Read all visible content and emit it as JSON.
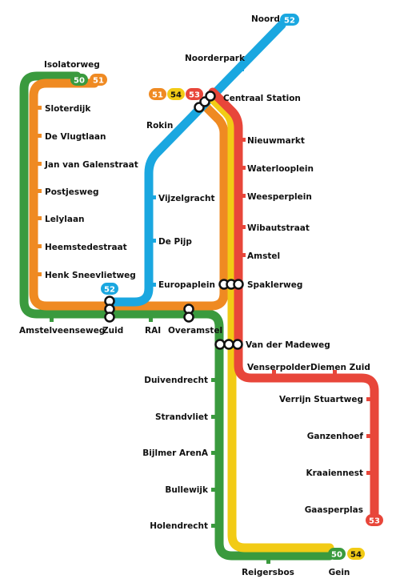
{
  "colors": {
    "line_50": "#3a9a3e",
    "line_51": "#ef8a22",
    "line_52": "#1aa7e0",
    "line_53": "#e8463a",
    "line_54": "#f2cb15",
    "text": "#111111",
    "background": "#ffffff"
  },
  "lines": [
    {
      "id": "50",
      "color": "#3a9a3e"
    },
    {
      "id": "51",
      "color": "#ef8a22"
    },
    {
      "id": "52",
      "color": "#1aa7e0"
    },
    {
      "id": "53",
      "color": "#e8463a"
    },
    {
      "id": "54",
      "color": "#f2cb15"
    }
  ],
  "terminus_badges": {
    "noord": [
      "52"
    ],
    "isolatorweg": [
      "50",
      "51"
    ],
    "centraal": [
      "51",
      "54",
      "53"
    ],
    "zuid": [
      "52"
    ],
    "gein": [
      "50",
      "54"
    ],
    "gaasperplas": [
      "53"
    ]
  },
  "stations": {
    "noord": "Noord",
    "noorderpark": "Noorderpark",
    "centraal_station": "Centraal Station",
    "rokin": "Rokin",
    "vijzelgracht": "Vijzelgracht",
    "de_pijp": "De Pijp",
    "europaplein": "Europaplein",
    "isolatorweg": "Isolatorweg",
    "sloterdijk": "Sloterdijk",
    "de_vlugtlaan": "De Vlugtlaan",
    "jan_van_galenstraat": "Jan van Galenstraat",
    "postjesweg": "Postjesweg",
    "lelylaan": "Lelylaan",
    "heemstedestraat": "Heemstedestraat",
    "henk_sneevlietweg": "Henk Sneevlietweg",
    "amstelveenseweg": "Amstelveenseweg",
    "zuid": "Zuid",
    "rai": "RAI",
    "overamstel": "Overamstel",
    "nieuwmarkt": "Nieuwmarkt",
    "waterlooplein": "Waterlooplein",
    "weesperplein": "Weesperplein",
    "wibautstraat": "Wibautstraat",
    "amstel": "Amstel",
    "spaklerweg": "Spaklerweg",
    "van_der_madeweg": "Van der Madeweg",
    "venserpolder": "Venserpolder",
    "diemen_zuid": "Diemen Zuid",
    "verrijn_stuartweg": "Verrijn Stuartweg",
    "ganzenhoef": "Ganzenhoef",
    "kraaiennest": "Kraaiennest",
    "gaasperplas": "Gaasperplas",
    "duivendrecht": "Duivendrecht",
    "strandvliet": "Strandvliet",
    "bijlmer_arena": "Bijlmer ArenA",
    "bullewijk": "Bullewijk",
    "holendrecht": "Holendrecht",
    "reigersbos": "Reigersbos",
    "gein": "Gein"
  }
}
